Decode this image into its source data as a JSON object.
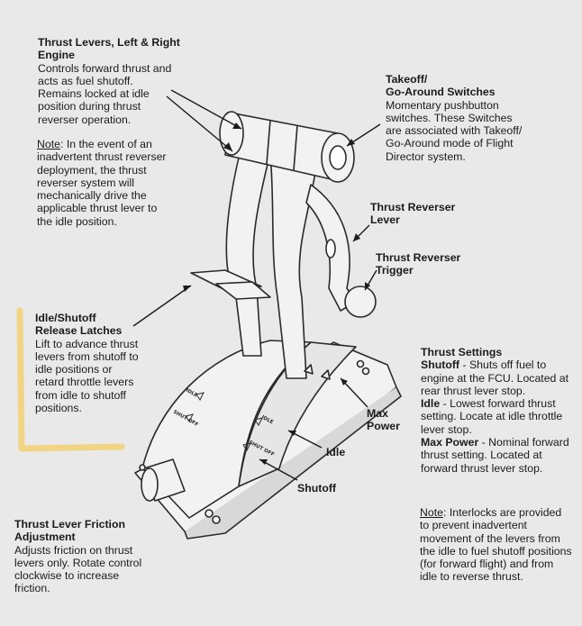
{
  "thrust_levers": {
    "title_1": "Thrust Levers, Left & Right",
    "title_2": "Engine",
    "lines": [
      "Controls forward thrust and",
      "acts as fuel shutoff.",
      "Remains locked at idle",
      "position during thrust",
      "reverser operation."
    ]
  },
  "lever_note": {
    "label": "Note",
    "first": ": In the event of an",
    "lines": [
      "inadvertent thrust reverser",
      "deployment, the thrust",
      "reverser system will",
      "mechanically drive the",
      "applicable thrust lever to",
      "the idle position."
    ]
  },
  "toga": {
    "title_1": "Takeoff/",
    "title_2": "Go-Around Switches",
    "lines": [
      "Momentary pushbutton",
      "switches. These Switches",
      "are associated with Takeoff/",
      "Go-Around mode of Flight",
      "Director system."
    ]
  },
  "reverser_lever": {
    "title_1": "Thrust Reverser",
    "title_2": "Lever"
  },
  "reverser_trigger": {
    "title_1": "Thrust Reverser",
    "title_2": "Trigger"
  },
  "latches": {
    "title_1": "Idle/Shutoff",
    "title_2": "Release Latches",
    "lines": [
      "Lift to advance thrust",
      "levers from shutoff to",
      "idle positions or",
      "retard throttle levers",
      "from idle to shutoff",
      "positions."
    ]
  },
  "settings": {
    "title": "Thrust Settings",
    "shutoff_term": "Shutoff",
    "shutoff_lines": [
      " - Shuts off fuel to",
      "engine at the FCU. Located at",
      "rear thrust lever stop."
    ],
    "idle_term": "Idle",
    "idle_lines": [
      " - Lowest forward thrust",
      "setting. Locate at idle throttle",
      "lever stop."
    ],
    "max_term": "Max Power",
    "max_lines": [
      " - Nominal forward",
      "thrust setting. Located at",
      "forward thrust lever stop."
    ]
  },
  "friction": {
    "title_1": "Thrust Lever Friction",
    "title_2": "Adjustment",
    "lines": [
      "Adjusts friction on thrust",
      "levers only. Rotate control",
      "clockwise to increase",
      "friction."
    ]
  },
  "interlock_note": {
    "label": "Note",
    "first": ": Interlocks are provided",
    "lines": [
      "to prevent inadvertent",
      "movement of the levers from",
      "the idle to fuel shutoff positions",
      "(for forward flight) and from",
      "idle to reverse thrust."
    ]
  },
  "callouts": {
    "max_power_1": "Max",
    "max_power_2": "Power",
    "idle": "Idle",
    "shutoff": "Shutoff"
  },
  "quadrant_markings": {
    "idle_upper": "IDLE",
    "shutoff_upper": "SHUT OFF",
    "idle_lower": "IDLE",
    "shutoff_lower": "SHUT OFF"
  },
  "colors": {
    "highlight": "#f3d27a",
    "ink": "#2a2a2a",
    "paper": "#e9e9ea"
  }
}
